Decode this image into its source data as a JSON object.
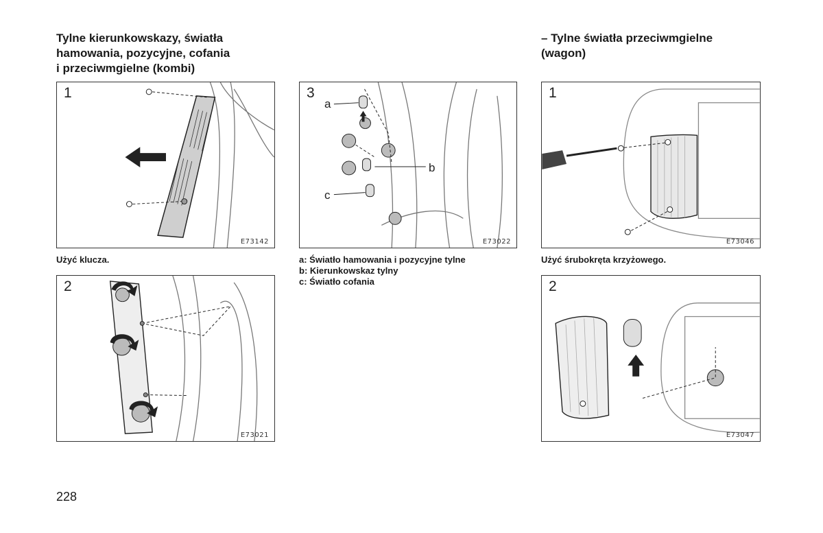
{
  "left": {
    "heading": [
      "Tylne kierunkowskazy, światła",
      "hamowania, pozycyjne, cofania",
      "i przeciwmgielne (kombi)"
    ],
    "fig1": {
      "number": "1",
      "code": "E73142",
      "caption": "Użyć klucza."
    },
    "fig2": {
      "number": "2",
      "code": "E73021"
    }
  },
  "middle": {
    "fig3": {
      "number": "3",
      "code": "E73022",
      "callouts": {
        "a": "a",
        "b": "b",
        "c": "c"
      }
    },
    "legend": [
      "a: Światło hamowania i pozycyjne tylne",
      "b: Kierunkowskaz tylny",
      "c: Światło cofania"
    ]
  },
  "right": {
    "heading": [
      "– Tylne światła przeciwmgielne",
      "(wagon)"
    ],
    "fig1": {
      "number": "1",
      "code": "E73046",
      "caption": "Użyć śrubokręta krzyżowego."
    },
    "fig2": {
      "number": "2",
      "code": "E73047"
    }
  },
  "page_number": "228",
  "icons": [
    "arrow-left-icon",
    "rotate-arrow-icon",
    "arrow-up-icon",
    "screwdriver-icon",
    "screw-icon",
    "bulb-icon",
    "socket-icon"
  ]
}
